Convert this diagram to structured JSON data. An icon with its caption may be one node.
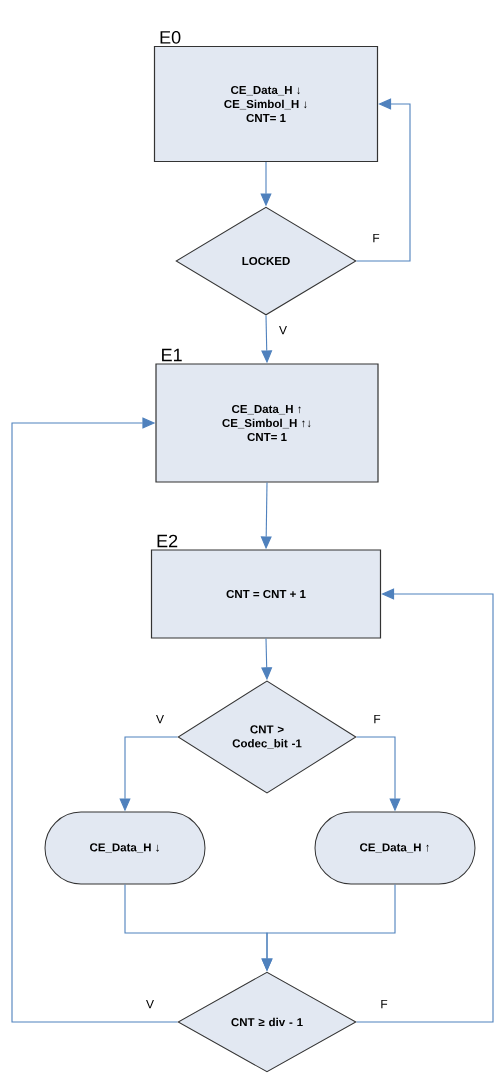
{
  "diagram": {
    "nodes": [
      {
        "text": [
          "E0",
          "CE_Data_H ↓",
          "CE_Simbol_H ↓",
          "CNT= 1"
        ]
      },
      {
        "text": [
          "LOCKED"
        ]
      },
      {
        "text": [
          "E1",
          "CE_Data_H ↑",
          "CE_Simbol_H ↑↓",
          "CNT= 1"
        ]
      },
      {
        "text": [
          "E2",
          "CNT = CNT + 1"
        ]
      },
      {
        "text": [
          "CNT > Codec_bit -1"
        ]
      },
      {
        "text": [
          "CE_Data_H ↓"
        ]
      },
      {
        "text": [
          "CE_Data_H ↑"
        ]
      },
      {
        "text": [
          "CNT ≥ div - 1"
        ]
      }
    ],
    "edges": [
      {
        "from": 0,
        "to": 1,
        "arrow": "to"
      },
      {
        "from": 1,
        "to": 0,
        "arrow": "to",
        "label": "F"
      },
      {
        "from": 1,
        "to": 2,
        "arrow": "to",
        "label": "V"
      },
      {
        "from": 2,
        "to": 3,
        "arrow": "to"
      },
      {
        "from": 3,
        "to": 4,
        "arrow": "to"
      },
      {
        "from": 4,
        "to": 5,
        "arrow": "to",
        "label": "V"
      },
      {
        "from": 4,
        "to": 6,
        "arrow": "to",
        "label": "F"
      },
      {
        "from": 5,
        "to": 7,
        "arrow": "to"
      },
      {
        "from": 6,
        "to": 7,
        "arrow": "to"
      },
      {
        "from": 7,
        "to": 2,
        "arrow": "to",
        "label": "V"
      },
      {
        "from": 7,
        "to": 3,
        "arrow": "to",
        "label": "F"
      }
    ]
  }
}
